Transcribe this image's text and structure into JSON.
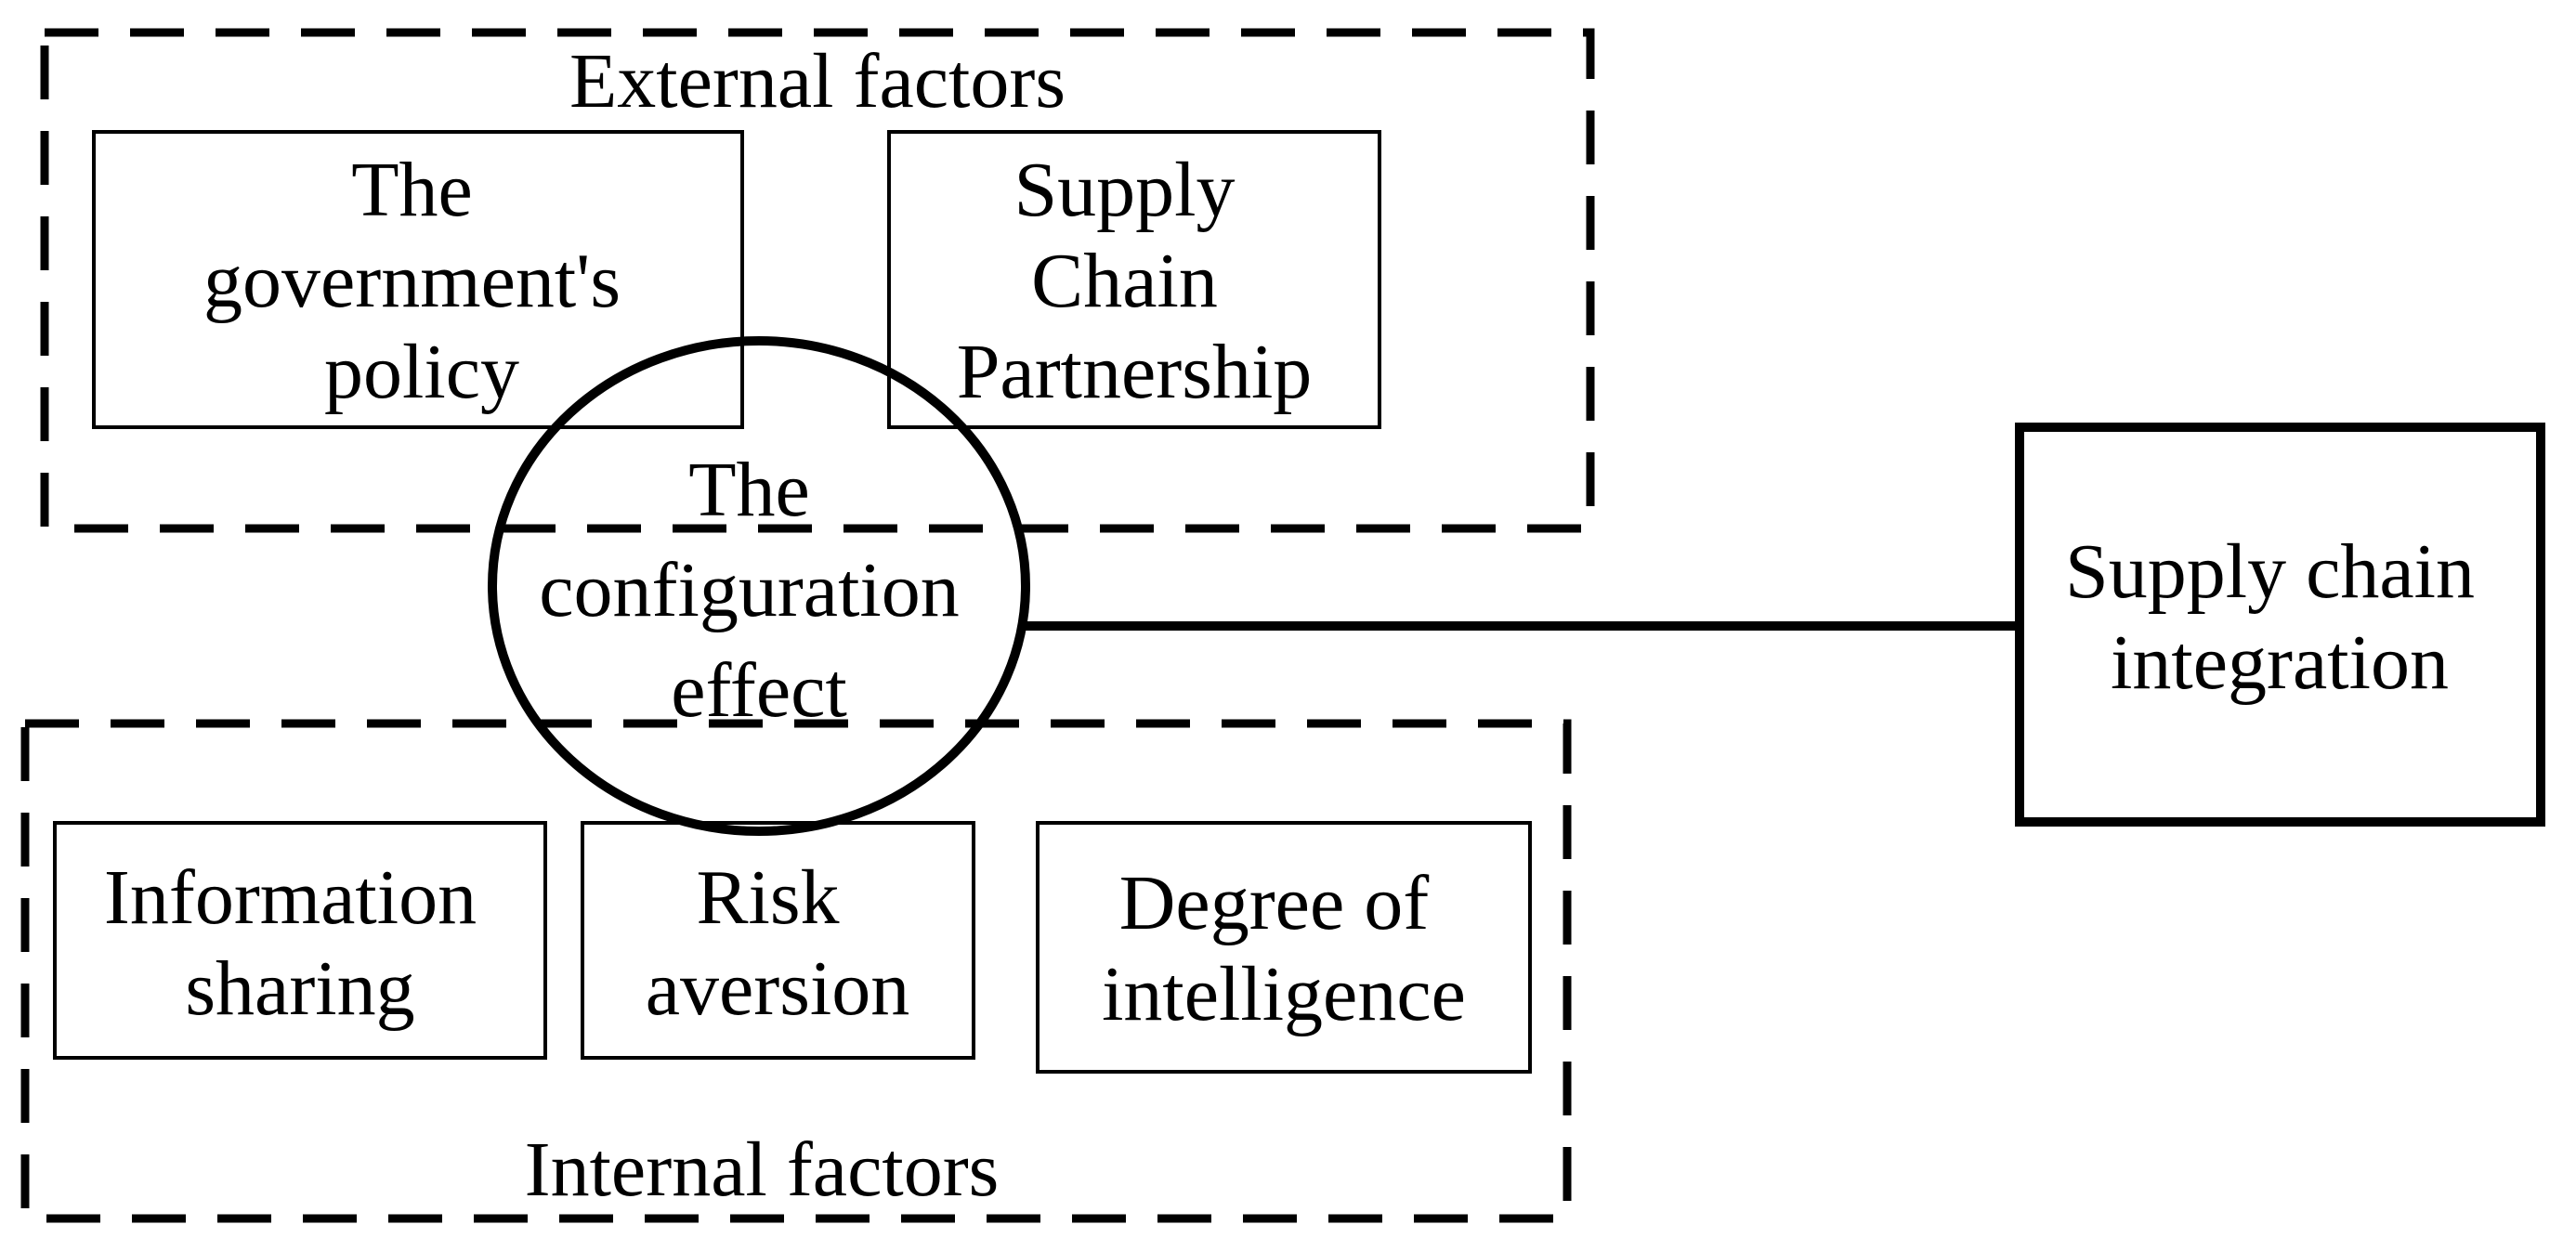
{
  "groups": {
    "external": {
      "label": "External factors",
      "factors": [
        {
          "lines": [
            "The",
            "government's",
            "policy"
          ]
        },
        {
          "lines": [
            "Supply",
            "Chain",
            "Partnership"
          ]
        }
      ]
    },
    "internal": {
      "label": "Internal factors",
      "factors": [
        {
          "lines": [
            "Information",
            "sharing"
          ]
        },
        {
          "lines": [
            "Risk",
            "aversion"
          ]
        },
        {
          "lines": [
            "Degree of",
            "intelligence"
          ]
        }
      ]
    }
  },
  "center": {
    "lines": [
      "The",
      "configuration",
      "effect"
    ]
  },
  "outcome": {
    "lines": [
      "Supply chain",
      "integration"
    ]
  },
  "colors": {
    "stroke": "#000000",
    "background": "#ffffff"
  }
}
